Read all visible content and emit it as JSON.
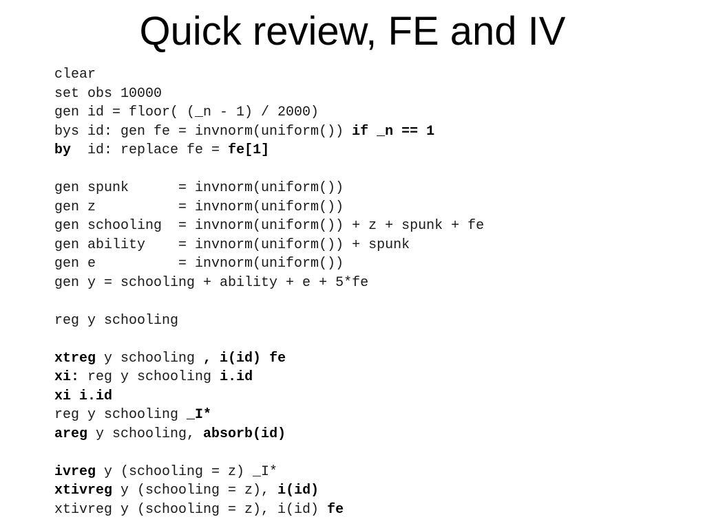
{
  "slide": {
    "title": "Quick review, FE and IV",
    "code_lines": [
      [
        {
          "t": "clear",
          "b": false
        }
      ],
      [
        {
          "t": "set obs 10000",
          "b": false
        }
      ],
      [
        {
          "t": "gen id = floor( (_n - 1) / 2000)",
          "b": false
        }
      ],
      [
        {
          "t": "bys id: gen fe = invnorm(uniform()) ",
          "b": false
        },
        {
          "t": "if _n == 1",
          "b": true
        }
      ],
      [
        {
          "t": "by",
          "b": true
        },
        {
          "t": "  id: replace fe = ",
          "b": false
        },
        {
          "t": "fe[1]",
          "b": true
        }
      ],
      [],
      [
        {
          "t": "gen spunk      = invnorm(uniform())",
          "b": false
        }
      ],
      [
        {
          "t": "gen z          = invnorm(uniform())",
          "b": false
        }
      ],
      [
        {
          "t": "gen schooling  = invnorm(uniform()) + z + spunk + fe",
          "b": false
        }
      ],
      [
        {
          "t": "gen ability    = invnorm(uniform()) + spunk",
          "b": false
        }
      ],
      [
        {
          "t": "gen e          = invnorm(uniform())",
          "b": false
        }
      ],
      [
        {
          "t": "gen y = schooling + ability + e + 5*fe",
          "b": false
        }
      ],
      [],
      [
        {
          "t": "reg y schooling",
          "b": false
        }
      ],
      [],
      [
        {
          "t": "xtreg",
          "b": true
        },
        {
          "t": " y schooling ",
          "b": false
        },
        {
          "t": ", i(id) fe",
          "b": true
        }
      ],
      [
        {
          "t": "xi:",
          "b": true
        },
        {
          "t": " reg y schooling ",
          "b": false
        },
        {
          "t": "i.id",
          "b": true
        }
      ],
      [
        {
          "t": "xi i.id",
          "b": true
        }
      ],
      [
        {
          "t": "reg y schooling ",
          "b": false
        },
        {
          "t": "_I*",
          "b": true
        }
      ],
      [
        {
          "t": "areg",
          "b": true
        },
        {
          "t": " y schooling, ",
          "b": false
        },
        {
          "t": "absorb(id)",
          "b": true
        }
      ],
      [],
      [
        {
          "t": "ivreg",
          "b": true
        },
        {
          "t": " y (schooling = z) _I*",
          "b": false
        }
      ],
      [
        {
          "t": "xtivreg",
          "b": true
        },
        {
          "t": " y (schooling = z), ",
          "b": false
        },
        {
          "t": "i(id)",
          "b": true
        }
      ],
      [
        {
          "t": "xtivreg y (schooling = z), i(id) ",
          "b": false
        },
        {
          "t": "fe",
          "b": true
        }
      ]
    ]
  },
  "colors": {
    "background": "#ffffff",
    "text": "#1a1a1a",
    "bold_text": "#000000"
  }
}
